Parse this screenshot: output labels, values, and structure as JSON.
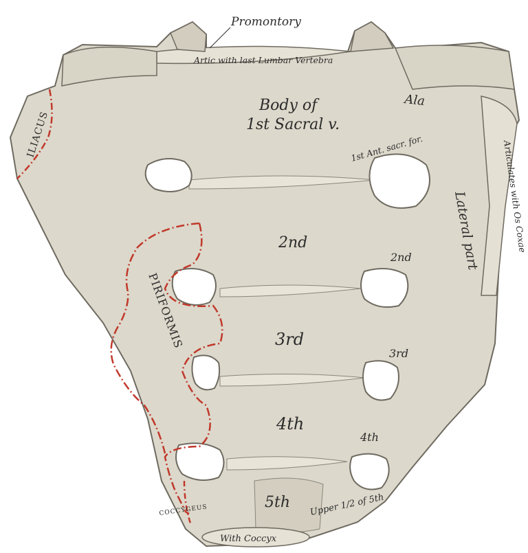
{
  "labels": {
    "promontory": "Promontory",
    "artic_lumbar": "Artic with last Lumbar Vertebra",
    "body_of": "Body of",
    "first_sacral": "1st Sacral v.",
    "ala": "Ala",
    "iliacus": "ILIACUS",
    "first_ant_foramen": "1st Ant. sacr. for.",
    "articulates_os_coxae": "Articulates with Os Coxae",
    "lateral_part": "Lateral part",
    "body_2nd": "2nd",
    "foramen_2nd": "2nd",
    "piriformis": "PIRIFORMIS",
    "body_3rd": "3rd",
    "foramen_3rd": "3rd",
    "body_4th": "4th",
    "foramen_4th": "4th",
    "body_5th": "5th",
    "upper_half_5th": "Upper 1/2 of 5th",
    "coccygeus": "COCCYGEUS",
    "with_coccyx": "With Coccyx"
  },
  "colors": {
    "bone": "#dcd8cb",
    "bone_shadow": "#c7c2b3",
    "outline": "#6e6a60",
    "muscle_line": "#c0392b",
    "text": "#2b2b2b"
  }
}
